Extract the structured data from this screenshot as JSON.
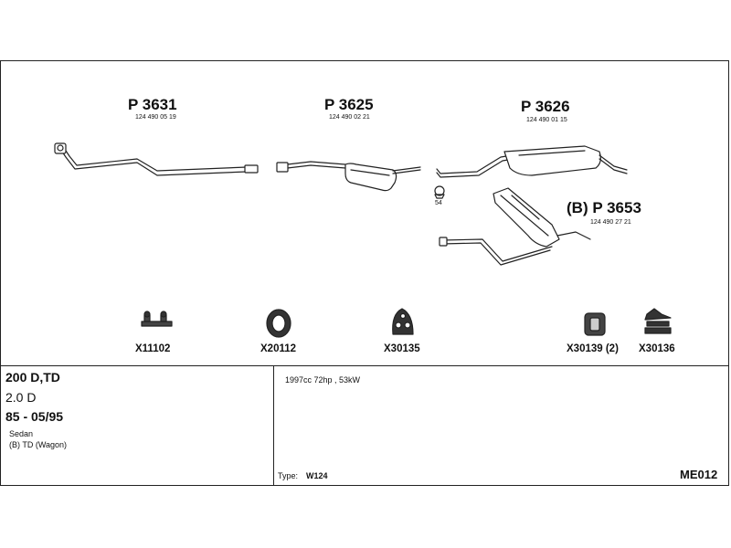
{
  "parts": [
    {
      "title": "P 3631",
      "number": "124 490 05 19"
    },
    {
      "title": "P 3625",
      "number": "124 490 02 21"
    },
    {
      "title": "P 3626",
      "number": "124 490 01 15"
    },
    {
      "title": "(B) P 3653",
      "number": "124 490 27 21"
    }
  ],
  "clamp_label": "54",
  "accessories": [
    {
      "code": "X11102",
      "icon": "bolt-set-icon"
    },
    {
      "code": "X20112",
      "icon": "ring-gasket-icon"
    },
    {
      "code": "X30135",
      "icon": "rubber-hanger-icon"
    },
    {
      "code": "X30139 (2)",
      "icon": "rubber-block-icon"
    },
    {
      "code": "X30136",
      "icon": "rubber-mount-icon"
    }
  ],
  "vehicle": {
    "model": "200 D,TD",
    "engine": "2.0 D",
    "years": "85 - 05/95",
    "body": "Sedan",
    "variant": "(B) TD (Wagon)"
  },
  "spec": "1997cc 72hp , 53kW",
  "type_label": "Type:",
  "type_value": "W124",
  "code": "ME012"
}
